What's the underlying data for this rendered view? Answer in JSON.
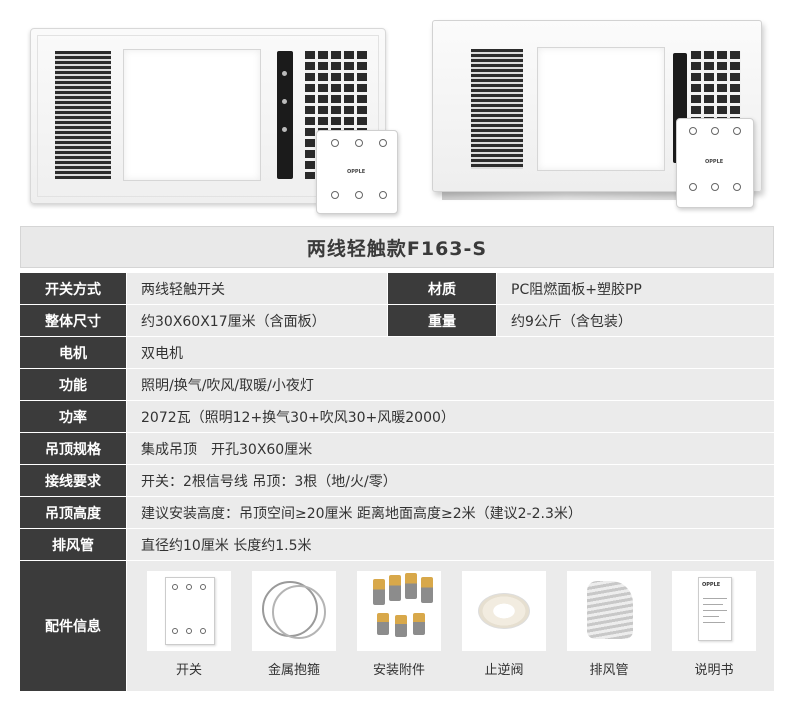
{
  "product_images": {
    "remote_brand": "OPPLE",
    "manual_brand": "OPPLE"
  },
  "title": "两线轻触款F163-S",
  "specs": {
    "switch_type": {
      "label": "开关方式",
      "value": "两线轻触开关"
    },
    "material": {
      "label": "材质",
      "value": "PC阻燃面板+塑胶PP"
    },
    "size": {
      "label": "整体尺寸",
      "value": "约30X60X17厘米（含面板）"
    },
    "weight": {
      "label": "重量",
      "value": "约9公斤（含包装）"
    },
    "motor": {
      "label": "电机",
      "value": "双电机"
    },
    "function": {
      "label": "功能",
      "value": "照明/换气/吹风/取暖/小夜灯"
    },
    "power": {
      "label": "功率",
      "value": "2072瓦（照明12+换气30+吹风30+风暖2000）"
    },
    "ceiling_spec": {
      "label": "吊顶规格",
      "value": "集成吊顶　开孔30X60厘米"
    },
    "wiring": {
      "label": "接线要求",
      "value": "开关：2根信号线  吊顶：3根（地/火/零）"
    },
    "ceiling_height": {
      "label": "吊顶高度",
      "value": "建议安装高度：吊顶空间≥20厘米  距离地面高度≥2米（建议2-2.3米）"
    },
    "exhaust_pipe": {
      "label": "排风管",
      "value": "直径约10厘米  长度约1.5米"
    }
  },
  "accessories": {
    "label": "配件信息",
    "items": [
      {
        "name": "开关"
      },
      {
        "name": "金属抱箍"
      },
      {
        "name": "安装附件"
      },
      {
        "name": "止逆阀"
      },
      {
        "name": "排风管"
      },
      {
        "name": "说明书"
      }
    ]
  }
}
